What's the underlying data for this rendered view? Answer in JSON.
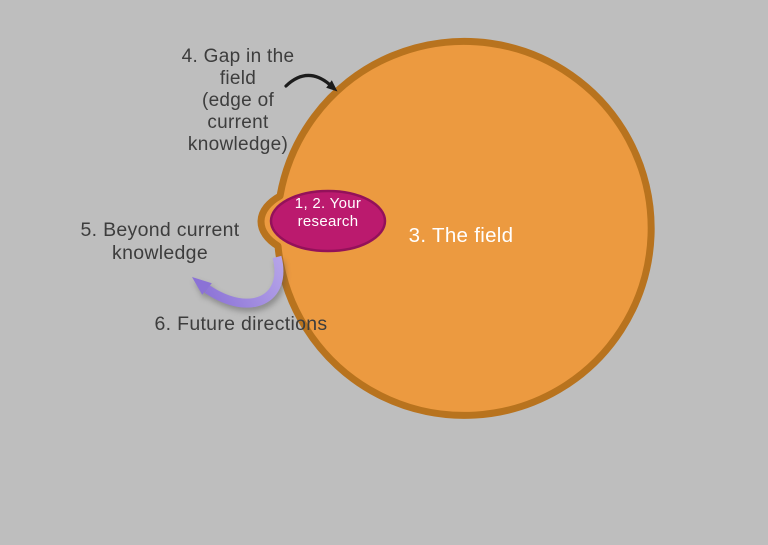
{
  "canvas": {
    "background": "#bebebe"
  },
  "colors": {
    "field_fill": "#ec9a40",
    "field_border": "#b8731e",
    "research_fill": "#bb1a6e",
    "research_border": "#93115a",
    "arrow_black": "#1c1c1c",
    "purple_light": "#b7a6e9",
    "purple_dark": "#8b72d6",
    "label_text": "#3d3d3d",
    "light_text": "#ffffff"
  },
  "labels": {
    "gap": "4. Gap in the\nfield\n(edge of\ncurrent\nknowledge)",
    "beyond": "5. Beyond current\nknowledge",
    "future": "6. Future directions",
    "field": "3. The field",
    "research": "1, 2. Your\nresearch"
  }
}
